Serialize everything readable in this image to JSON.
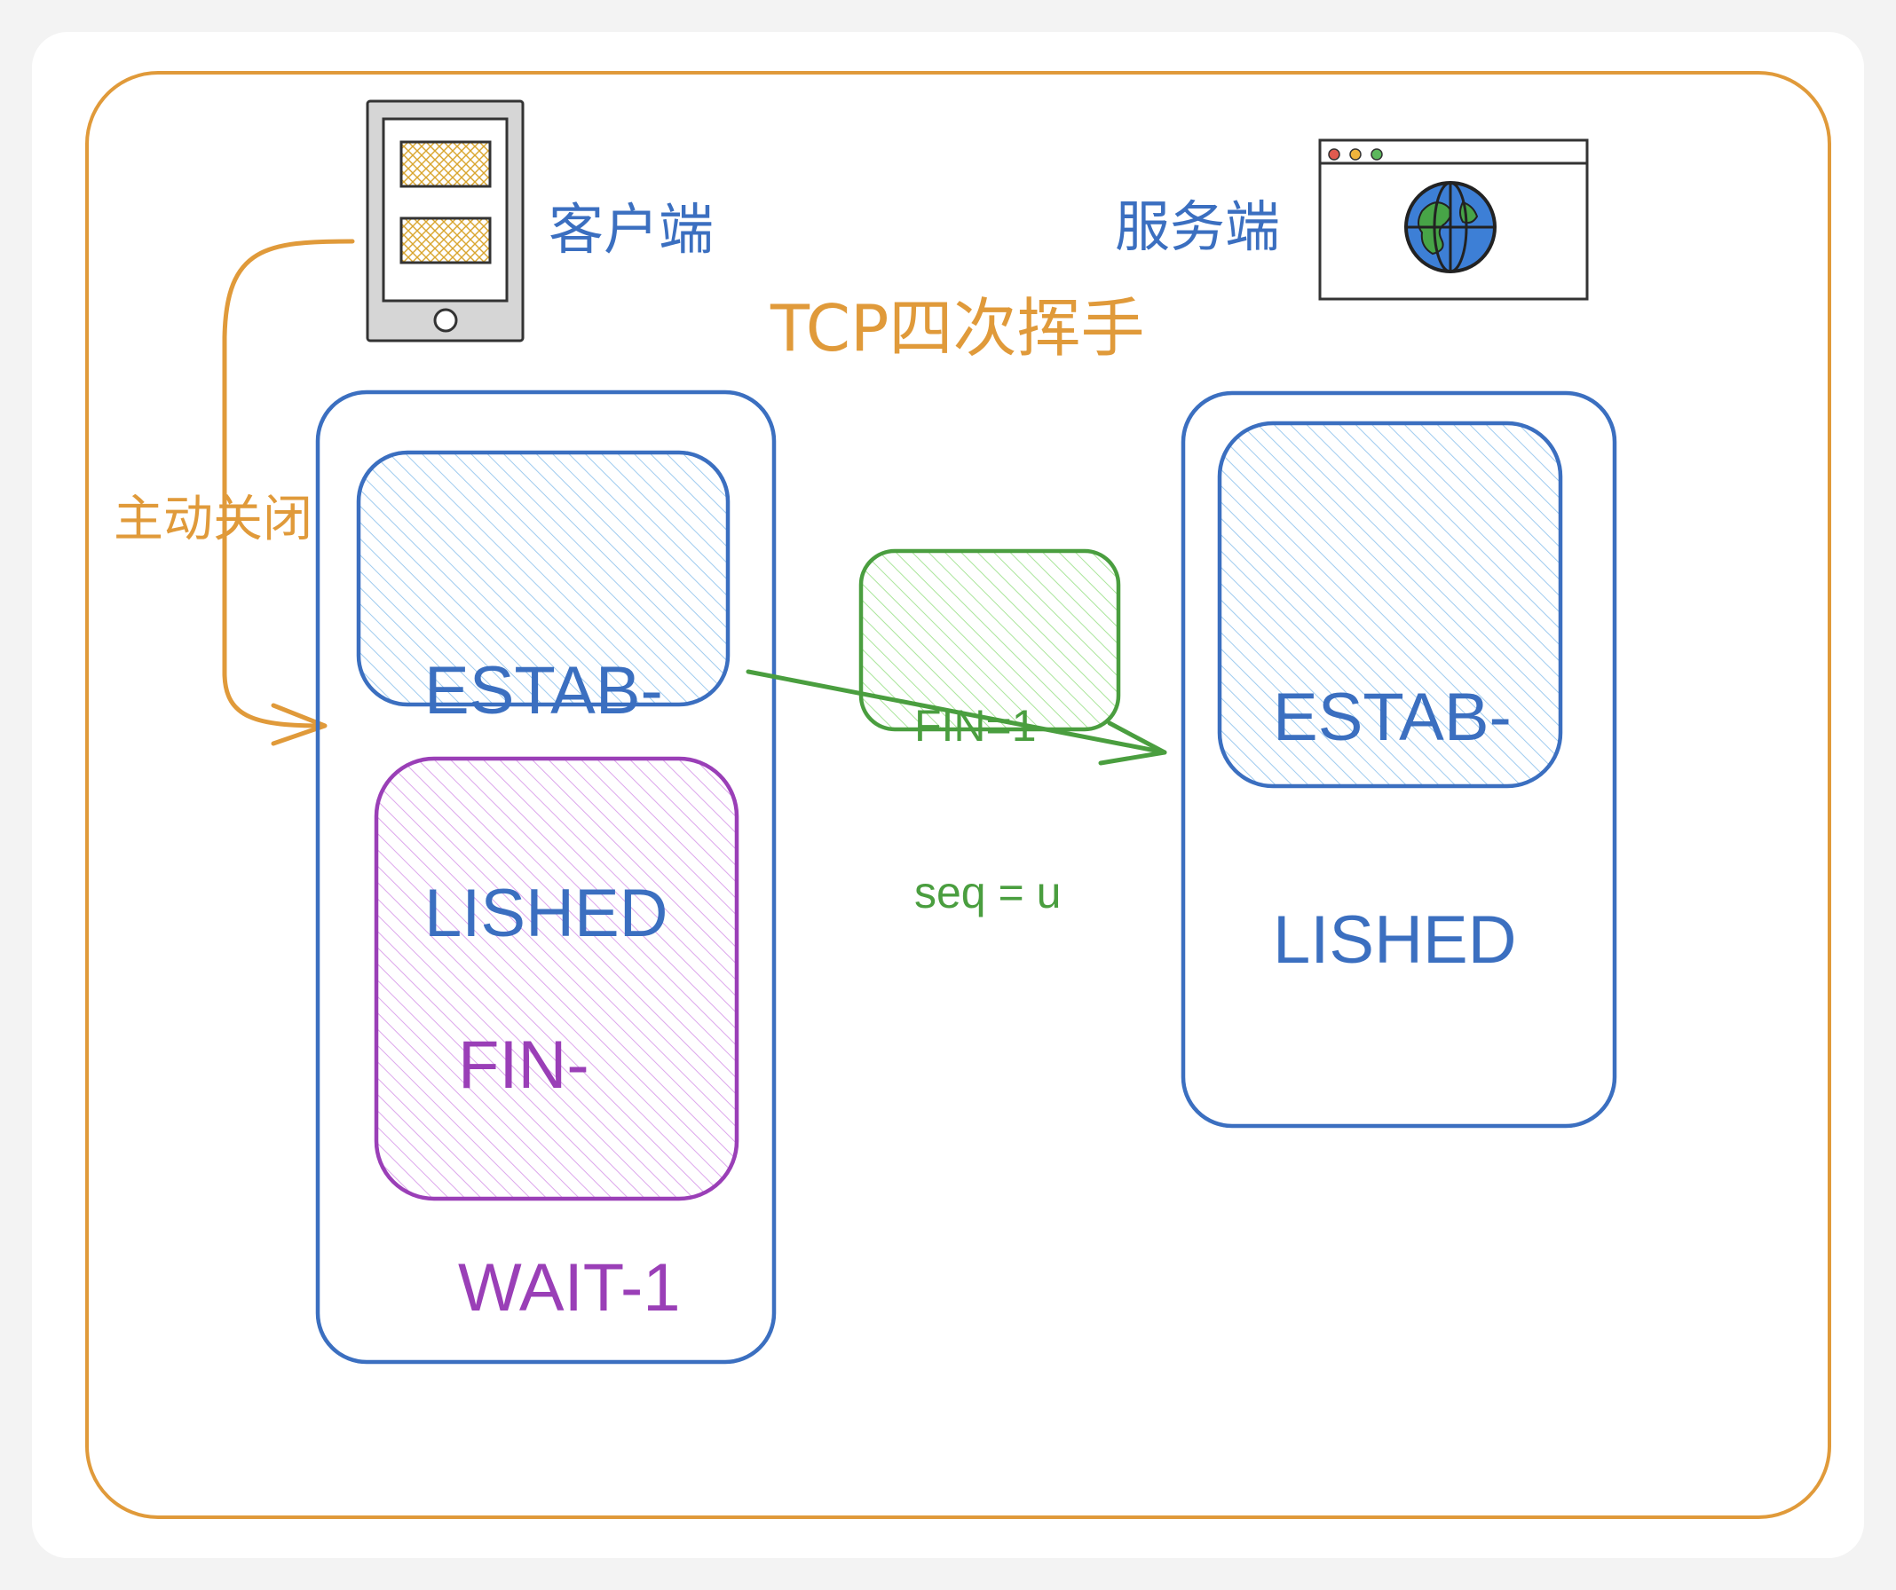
{
  "diagram": {
    "title": "TCP四次挥手",
    "client": {
      "label": "客户端",
      "icon": "mobile-phone-icon"
    },
    "server": {
      "label": "服务端",
      "icon": "browser-globe-icon"
    },
    "active_close_label": "主动关闭",
    "client_states": {
      "established": {
        "line1": "ESTAB-",
        "line2": "LISHED"
      },
      "fin_wait_1": {
        "line1": "FIN-",
        "line2": "WAIT-1"
      }
    },
    "server_states": {
      "established": {
        "line1": "ESTAB-",
        "line2": "LISHED"
      }
    },
    "message": {
      "line1": "FIN=1",
      "line2": "seq = u"
    }
  },
  "colors": {
    "orange": "#e09a3a",
    "blue": "#3b6fc0",
    "blue_hatch": "#9fcbef",
    "purple": "#9a3fb7",
    "purple_hatch": "#dca6ec",
    "green": "#4a9e3f",
    "green_hatch": "#a9e59a",
    "card": "#ffffff",
    "background": "#f3f3f3"
  }
}
